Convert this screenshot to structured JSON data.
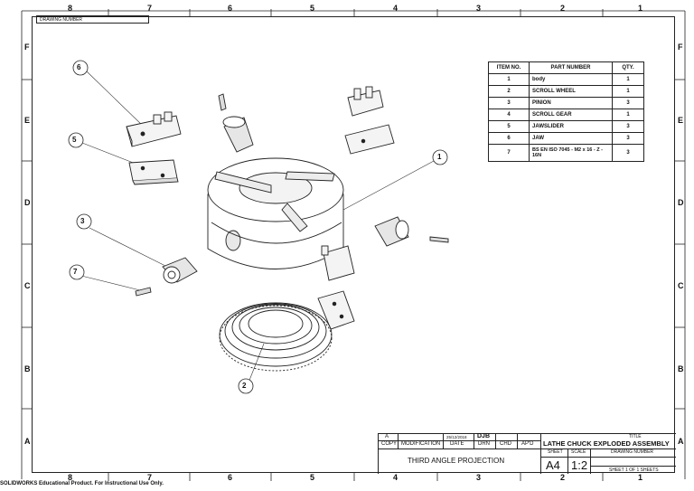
{
  "drawing_number_label": "DRAWING NUMBER",
  "zones_x": [
    "8",
    "7",
    "6",
    "5",
    "4",
    "3",
    "2",
    "1"
  ],
  "zones_y": [
    "F",
    "E",
    "D",
    "C",
    "B",
    "A"
  ],
  "bom": {
    "headers": [
      "ITEM NO.",
      "PART NUMBER",
      "QTY."
    ],
    "rows": [
      {
        "item": "1",
        "part": "body",
        "qty": "1"
      },
      {
        "item": "2",
        "part": "SCROLL WHEEL",
        "qty": "1"
      },
      {
        "item": "3",
        "part": "PINION",
        "qty": "3"
      },
      {
        "item": "4",
        "part": "SCROLL GEAR",
        "qty": "1"
      },
      {
        "item": "5",
        "part": "JAWSLIDER",
        "qty": "3"
      },
      {
        "item": "6",
        "part": "JAW",
        "qty": "3"
      },
      {
        "item": "7",
        "part": "BS EN ISO 7045 - M2 x 16 - Z - 16N",
        "qty": "3"
      }
    ]
  },
  "balloons": [
    "6",
    "5",
    "3",
    "7",
    "1",
    "2"
  ],
  "title_block": {
    "rev_letter": "A",
    "date_value": "25/12/2018",
    "drn_value": "DJB",
    "col_copy": "COPY",
    "col_modification": "MODIFICATION",
    "col_date": "DATE",
    "col_drn": "DRN",
    "col_chd": "CHD",
    "col_apd": "AP'D",
    "projection": "THIRD ANGLE PROJECTION",
    "sheet_label": "SHEET",
    "scale_label": "SCALE",
    "title_label": "TITLE",
    "title": "LATHE CHUCK EXPLODED ASSEMBLY",
    "drawing_number_label": "DRAWING NUMBER",
    "sheet_size": "A4",
    "scale": "1:2",
    "sheet_of": "SHEET 1 OF 1 SHEETS"
  },
  "footer_text": "SOLIDWORKS Educational Product. For Instructional Use Only."
}
